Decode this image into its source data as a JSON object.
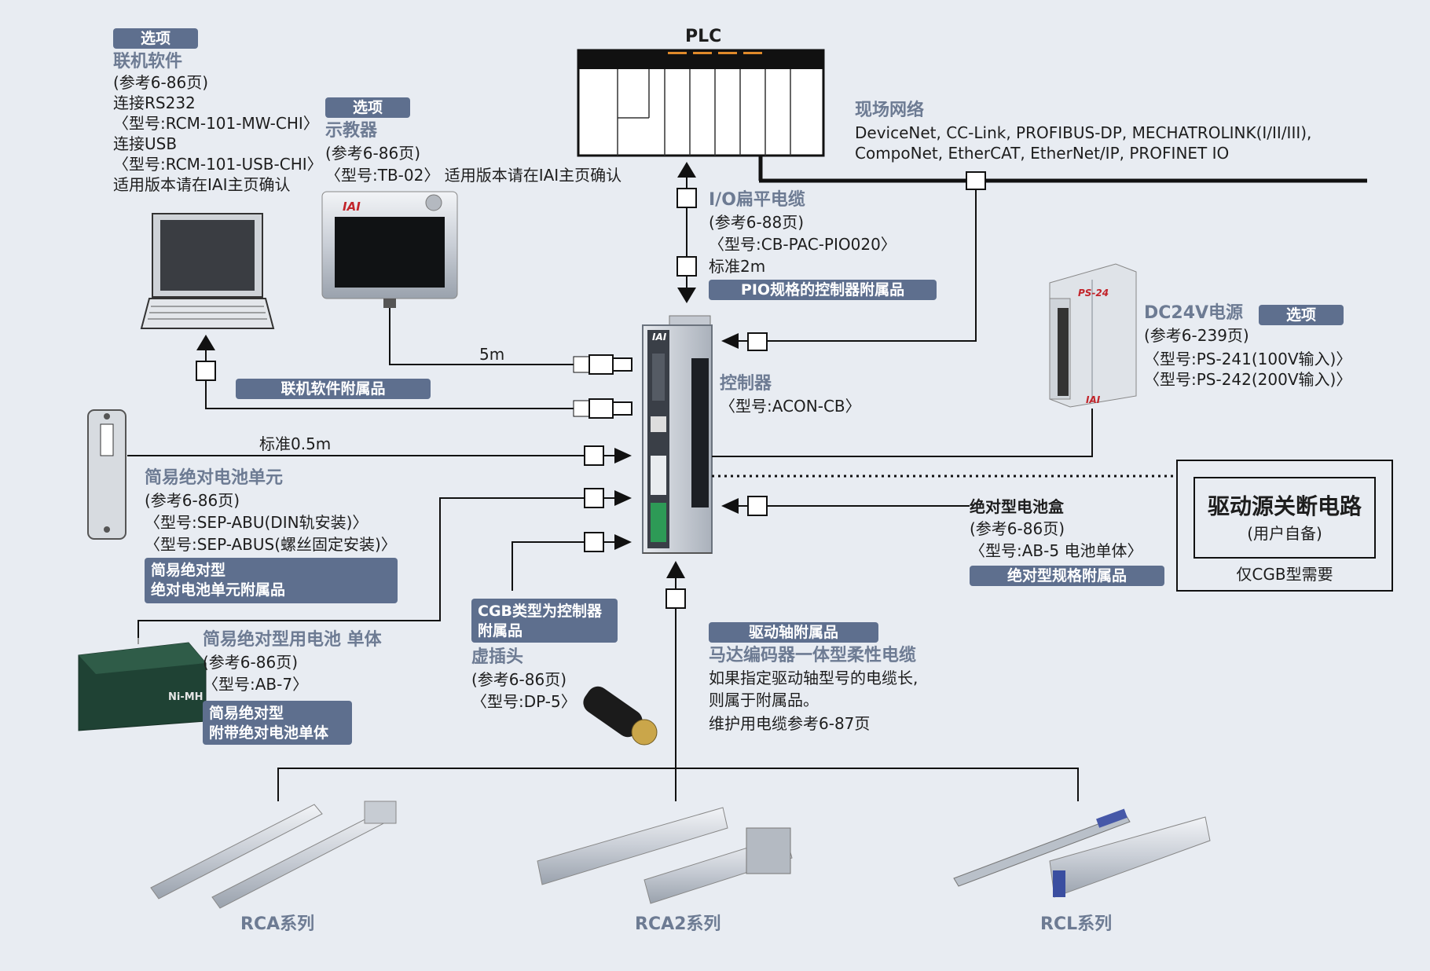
{
  "plc": {
    "label": "PLC"
  },
  "field_network": {
    "title": "现场网络",
    "line1": "DeviceNet, CC-Link, PROFIBUS-DP, MECHATROLINK(I/II/III),",
    "line2": "CompoNet, EtherCAT, EtherNet/IP, PROFINET IO"
  },
  "pc_software": {
    "tag": "选项",
    "title": "联机软件",
    "lines": [
      "(参考6-86页)",
      "连接RS232",
      "〈型号:RCM-101-MW-CHI〉",
      "连接USB",
      "〈型号:RCM-101-USB-CHI〉",
      "适用版本请在IAI主页确认"
    ],
    "accessory_tag": "联机软件附属品"
  },
  "teach_pendant": {
    "tag": "选项",
    "title": "示教器",
    "lines": [
      "(参考6-86页)",
      "〈型号:TB-02〉 适用版本请在IAI主页确认"
    ],
    "brand": "IAI",
    "cable_length": "5m"
  },
  "io_cable": {
    "title": "I/O扁平电缆",
    "lines": [
      "(参考6-88页)",
      "〈型号:CB-PAC-PIO020〉",
      "标准2m"
    ],
    "tag": "PIO规格的控制器附属品"
  },
  "power_supply": {
    "title": "DC24V电源",
    "tag": "选项",
    "lines": [
      "(参考6-239页)",
      "〈型号:PS-241(100V输入)〉",
      "〈型号:PS-242(200V输入)〉"
    ],
    "brand": "PS-24",
    "brand2": "IAI"
  },
  "controller": {
    "title": "控制器",
    "model": "〈型号:ACON-CB〉",
    "brand": "IAI"
  },
  "simple_abs_unit": {
    "cable": "标准0.5m",
    "title": "简易绝对电池单元",
    "lines": [
      "(参考6-86页)",
      "〈型号:SEP-ABU(DIN轨安装)〉",
      "〈型号:SEP-ABUS(螺丝固定安装)〉"
    ],
    "tag_line1": "简易绝对型",
    "tag_line2": "绝对电池单元附属品"
  },
  "simple_abs_battery": {
    "title": "简易绝对型用电池 单体",
    "lines": [
      "(参考6-86页)",
      "〈型号:AB-7〉"
    ],
    "tag_line1": "简易绝对型",
    "tag_line2": "附带绝对电池单体",
    "label": "Ni-MH"
  },
  "dummy_plug": {
    "tag_line1": "CGB类型为控制器",
    "tag_line2": "附属品",
    "title": "虚插头",
    "lines": [
      "(参考6-86页)",
      "〈型号:DP-5〉"
    ]
  },
  "abs_battery_box": {
    "title": "绝对型电池盒",
    "lines": [
      "(参考6-86页)",
      "〈型号:AB-5 电池单体〉"
    ],
    "tag": "绝对型规格附属品"
  },
  "drive_cutoff": {
    "title": "驱动源关断电路",
    "subtitle": "(用户自备)",
    "note": "仅CGB型需要"
  },
  "motor_cable": {
    "tag": "驱动轴附属品",
    "title": "马达编码器一体型柔性电缆",
    "lines": [
      "如果指定驱动轴型号的电缆长,",
      "则属于附属品。",
      "维护用电缆参考6-87页"
    ]
  },
  "actuators": [
    {
      "label": "RCA系列"
    },
    {
      "label": "RCA2系列"
    },
    {
      "label": "RCL系列"
    }
  ],
  "colors": {
    "tag_bg": "#5e6f8e",
    "heading": "#6d7b93",
    "background": "#e8ecf2"
  }
}
